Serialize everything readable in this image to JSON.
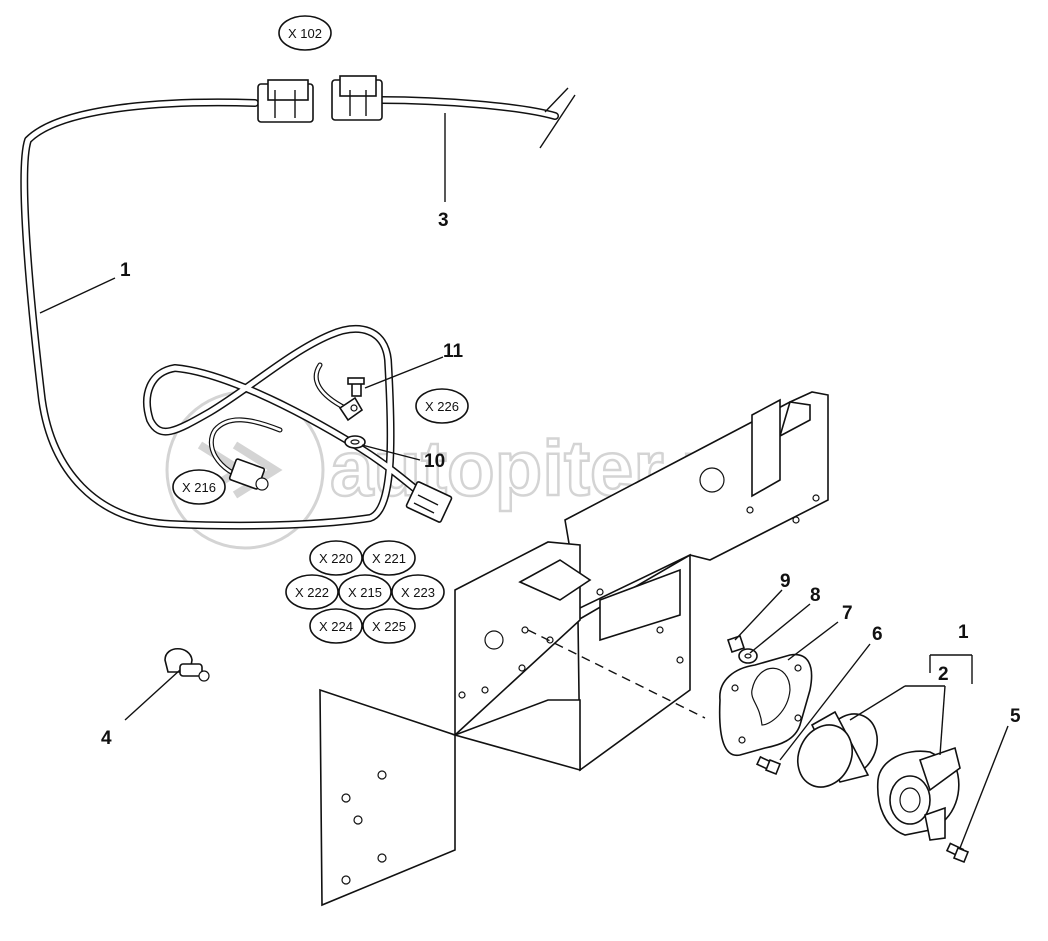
{
  "watermark": "autopiter.ru",
  "callouts": [
    "1",
    "2",
    "3",
    "4",
    "5",
    "6",
    "7",
    "8",
    "9",
    "10",
    "11",
    "1"
  ],
  "connectors": [
    "X 102",
    "X 226",
    "X 216",
    "X 220",
    "X 221",
    "X 222",
    "X 215",
    "X 223",
    "X 224",
    "X 225"
  ]
}
